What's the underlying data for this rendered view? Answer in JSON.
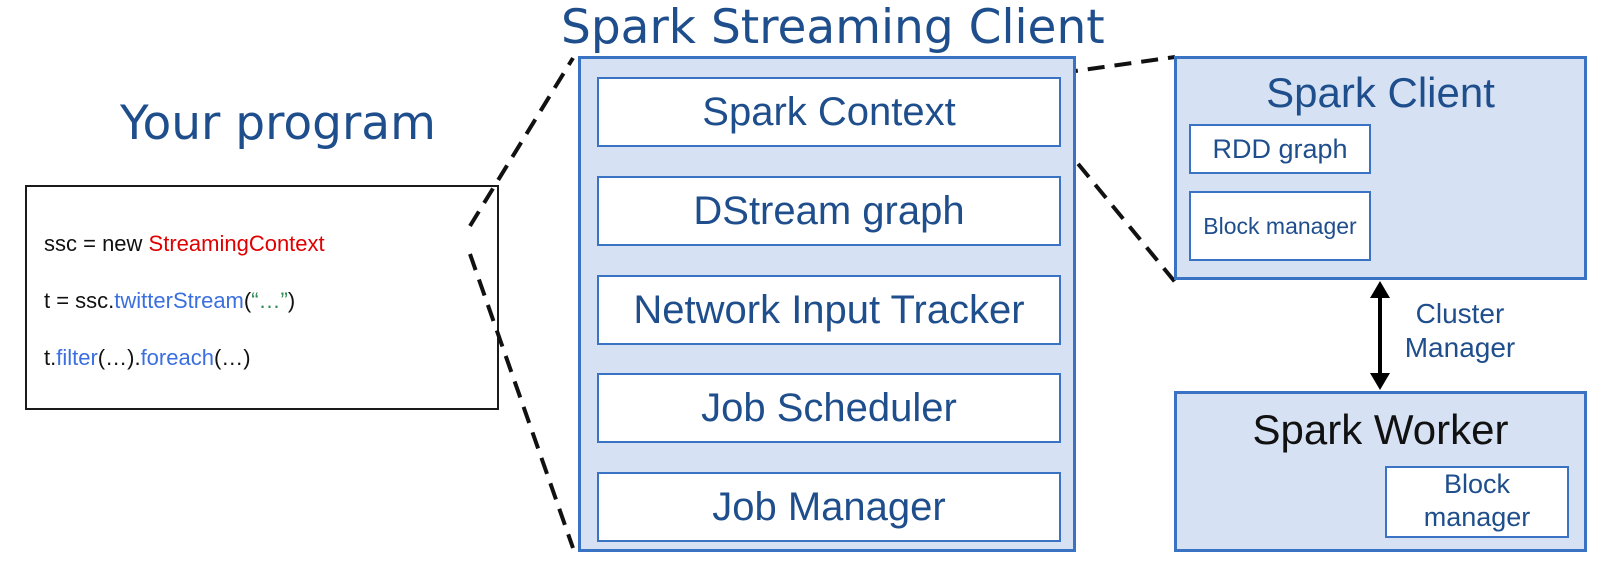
{
  "titles": {
    "your_program": "Your program",
    "streaming_client": "Spark Streaming Client"
  },
  "code": {
    "line1": {
      "a": "ssc = new ",
      "b": "StreamingContext"
    },
    "line2": {
      "a": "t = ssc.",
      "b": "twitterStream",
      "c": "(",
      "d": "“…”",
      "e": ")"
    },
    "line3": {
      "a": "t.",
      "b": "filter",
      "c": "(…).",
      "d": "foreach",
      "e": "(…)"
    }
  },
  "streaming_client": {
    "components": [
      "Spark Context",
      "DStream graph",
      "Network Input Tracker",
      "Job Scheduler",
      "Job Manager"
    ]
  },
  "spark_client": {
    "title": "Spark Client",
    "rdd_graph": "RDD graph",
    "block_manager": "Block manager"
  },
  "cluster_manager": {
    "line1": "Cluster",
    "line2": "Manager"
  },
  "spark_worker": {
    "title": "Spark Worker",
    "block_manager_line1": "Block",
    "block_manager_line2": "manager"
  },
  "colors": {
    "title_blue": "#1f4e8c",
    "panel_fill": "#d6e2f4",
    "panel_border": "#3a72c4",
    "code_red": "#e00000",
    "code_blue": "#3b6fe0",
    "code_green": "#2e8b57"
  }
}
